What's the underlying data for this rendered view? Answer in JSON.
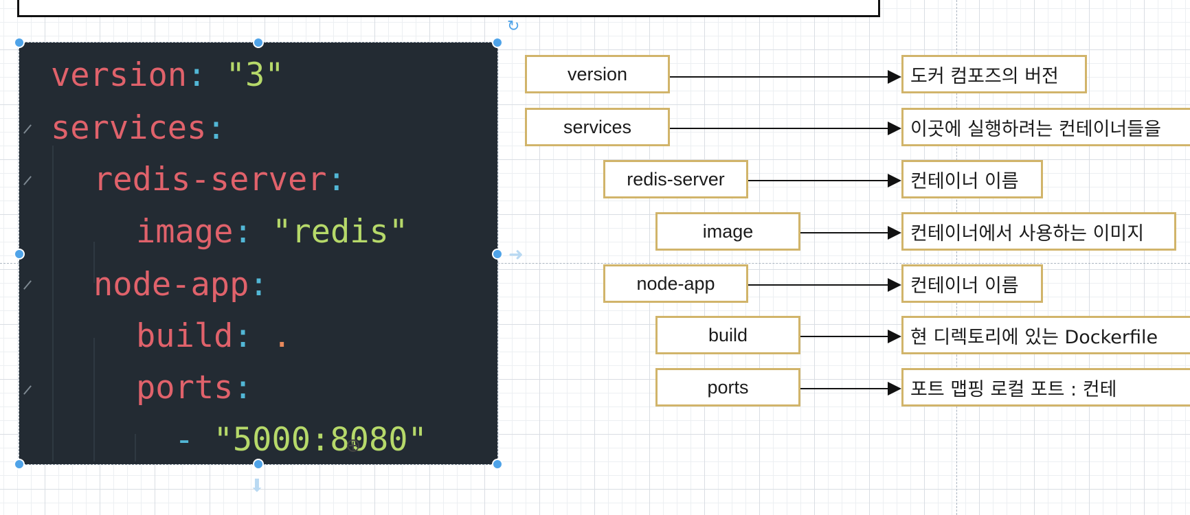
{
  "code": {
    "lines": [
      {
        "key": "version",
        "colon": ":",
        "value": " \"3\""
      },
      {
        "key": "services",
        "colon": ":",
        "value": ""
      },
      {
        "key": "redis-server",
        "colon": ":",
        "value": ""
      },
      {
        "key": "image",
        "colon": ":",
        "value": " \"redis\""
      },
      {
        "key": "node-app",
        "colon": ":",
        "value": ""
      },
      {
        "key": "build",
        "colon": ":",
        "value": " ."
      },
      {
        "key": "ports",
        "colon": ":",
        "value": ""
      },
      {
        "dash": "- ",
        "value": "\"5000:8080\""
      }
    ]
  },
  "annotations": [
    {
      "term": "version",
      "description": "도커 컴포즈의 버전"
    },
    {
      "term": "services",
      "description": "이곳에 실행하려는 컨테이너들을"
    },
    {
      "term": "redis-server",
      "description": "컨테이너 이름"
    },
    {
      "term": "image",
      "description": "컨테이너에서 사용하는 이미지"
    },
    {
      "term": "node-app",
      "description": "컨테이너 이름"
    },
    {
      "term": "build",
      "description": "현 디렉토리에 있는 Dockerfile"
    },
    {
      "term": "ports",
      "description": "  포트 맵핑   로컬 포트 :  컨테"
    }
  ],
  "colors": {
    "code_background": "#232b33",
    "key": "#e0626b",
    "punctuation": "#52b7d6",
    "string": "#b6d96a",
    "box_border": "#d1b46a",
    "selection_handle": "#4fa3e8"
  },
  "icons": [
    "rotate-icon",
    "fold-icon",
    "move-cursor-icon",
    "arrow-right-hint-icon",
    "arrow-down-hint-icon"
  ]
}
